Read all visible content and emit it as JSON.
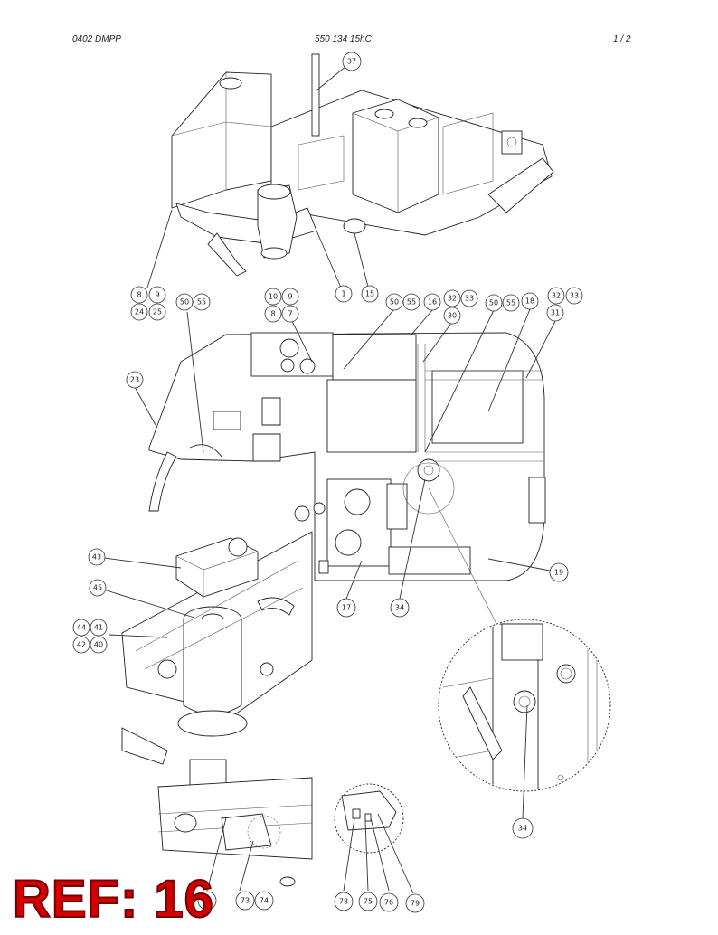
{
  "header": {
    "left": "0402 DMPP",
    "center": "550 134 15hC",
    "right": "1 /  2"
  },
  "callouts": [
    "37",
    "1",
    "15",
    "8",
    "9",
    "24",
    "25",
    "50",
    "55",
    "10",
    "9",
    "8",
    "7",
    "50",
    "55",
    "16",
    "32",
    "33",
    "30",
    "50",
    "55",
    "18",
    "32",
    "33",
    "31",
    "23",
    "43",
    "45",
    "44",
    "41",
    "42",
    "40",
    "17",
    "34",
    "19",
    "34",
    "71",
    "73",
    "74",
    "78",
    "75",
    "76",
    "79"
  ],
  "ref_stamp": "REF: 16"
}
